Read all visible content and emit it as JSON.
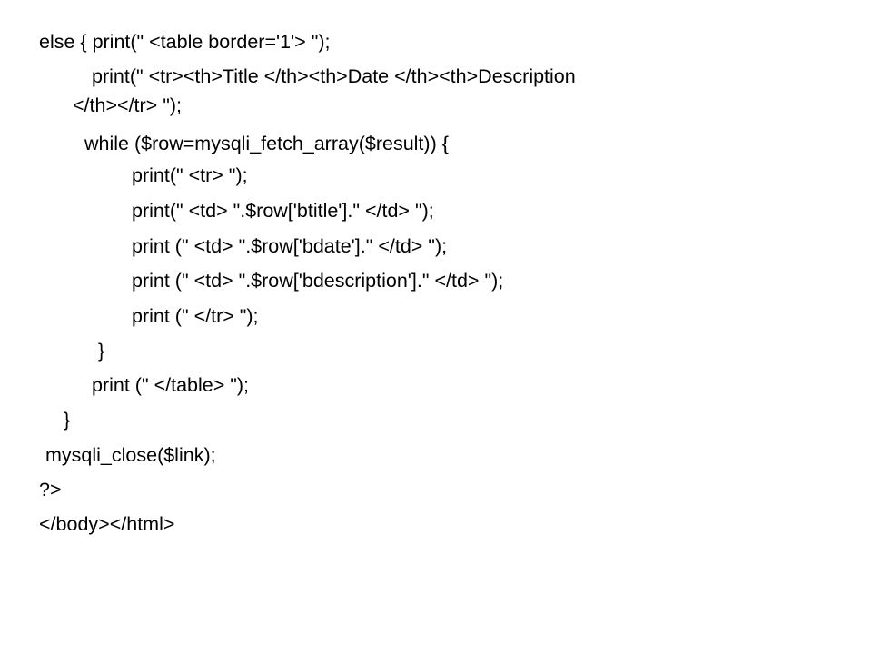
{
  "code": {
    "lines": [
      "else { print(\" <table border='1'> \");",
      "print(\" <tr><th>Title </th><th>Date </th><th>Description",
      "</th></tr> \");",
      "while ($row=mysqli_fetch_array($result)) {",
      "print(\" <tr> \");",
      "print(\" <td> \".$row['btitle'].\" </td> \");",
      "print (\" <td> \".$row['bdate'].\" </td> \");",
      "print (\" <td> \".$row['bdescription'].\" </td> \");",
      "print (\" </tr> \");",
      "}",
      "print (\" </table> \");",
      "}",
      "mysqli_close($link);",
      "?>",
      "</body></html>"
    ]
  }
}
